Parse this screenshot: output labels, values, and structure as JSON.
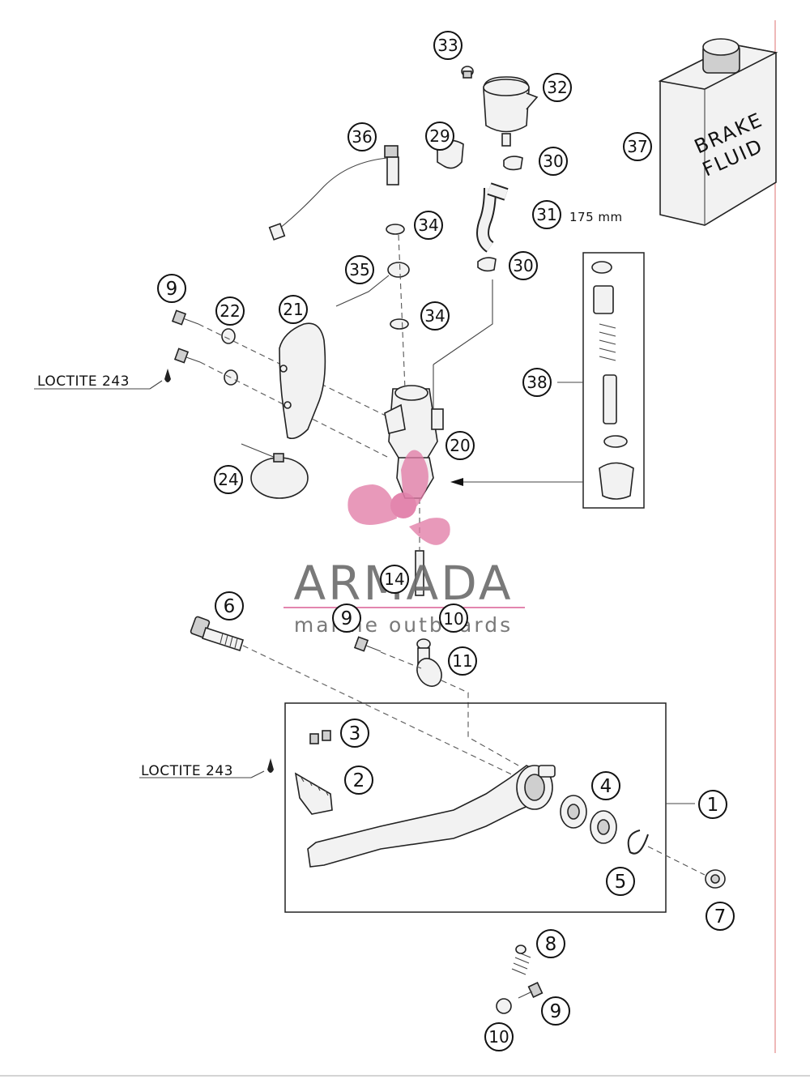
{
  "callouts": {
    "c1": "1",
    "c2": "2",
    "c3": "3",
    "c4": "4",
    "c5": "5",
    "c6": "6",
    "c7": "7",
    "c8": "8",
    "c9a": "9",
    "c9b": "9",
    "c9c": "9",
    "c10a": "10",
    "c10b": "10",
    "c11": "11",
    "c14": "14",
    "c20": "20",
    "c21": "21",
    "c22": "22",
    "c24": "24",
    "c29": "29",
    "c30a": "30",
    "c30b": "30",
    "c31": "31",
    "c32": "32",
    "c33": "33",
    "c34a": "34",
    "c34b": "34",
    "c35": "35",
    "c36": "36",
    "c37": "37",
    "c38": "38"
  },
  "labels": {
    "loctite_top": "LOCTITE 243",
    "loctite_bottom": "LOCTITE 243",
    "hose_length": "175 mm"
  },
  "brake_fluid_can": {
    "line1": "BRAKE",
    "line2": "FLUID"
  },
  "watermark": {
    "brand": "ARMADA",
    "tagline": "marine outboards",
    "accent_color": "#e07aa6"
  },
  "colors": {
    "border_line": "#e8a0a0",
    "ink": "#111111"
  }
}
